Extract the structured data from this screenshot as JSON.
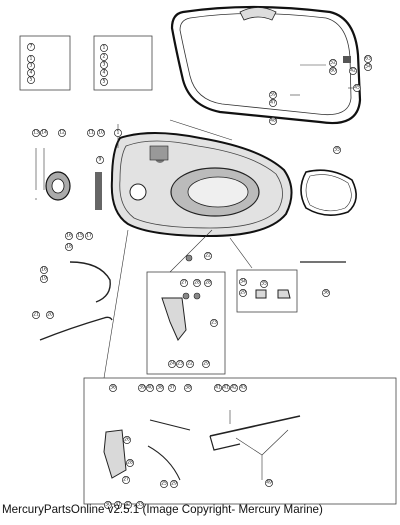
{
  "footer": {
    "text": "MercuryPartsOnline v2.5.1 (Image Copyright- Mercury Marine)"
  },
  "callouts": {
    "hood_top": [
      "52",
      "80",
      "63",
      "54",
      "45",
      "59",
      "47",
      "42",
      "48"
    ],
    "box_a": [
      "7",
      "1",
      "3",
      "4",
      "5"
    ],
    "box_b": [
      "1",
      "2",
      "3",
      "4",
      "5"
    ],
    "left_parts": [
      "13",
      "14",
      "12",
      "11",
      "10",
      "1",
      "9"
    ],
    "left_small": [
      "16",
      "15",
      "17",
      "18",
      "16",
      "19",
      "21",
      "20"
    ],
    "right_side": [
      "35",
      "36"
    ],
    "center_box": [
      "22",
      "27",
      "28",
      "28",
      "23",
      "24",
      "23",
      "22",
      "29"
    ],
    "right_box": [
      "34",
      "29",
      "35"
    ],
    "lower_box": [
      "39",
      "40",
      "38",
      "37",
      "38",
      "41",
      "41",
      "42",
      "43",
      "36",
      "26",
      "28",
      "27",
      "25",
      "29",
      "30",
      "31",
      "32",
      "33"
    ],
    "arm": [
      "49"
    ]
  }
}
